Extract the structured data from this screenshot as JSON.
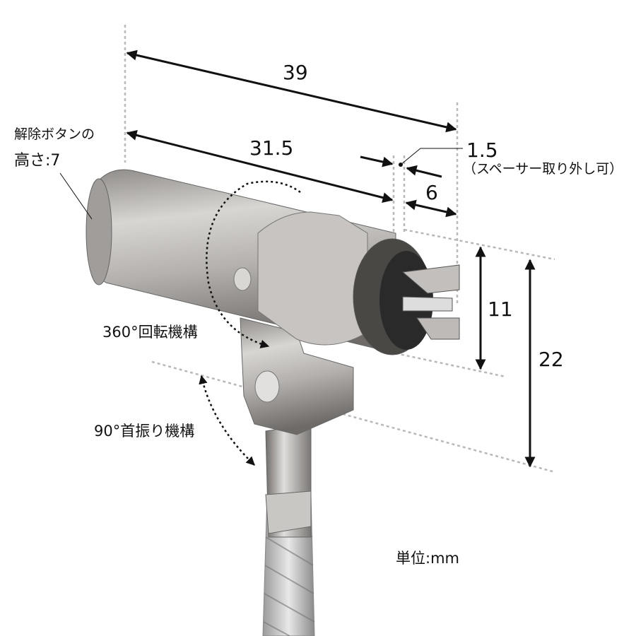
{
  "dimensions": {
    "overall_length": "39",
    "body_length": "31.5",
    "spacer_thickness": "1.5",
    "spacer_note": "（スペーサー取り外し可）",
    "tip_length": "6",
    "tip_height": "11",
    "total_height": "22",
    "release_button_label": "解除ボタンの",
    "release_button_height": "高さ:7"
  },
  "features": {
    "rotation": "360°回転機構",
    "swivel": "90°首振り機構"
  },
  "unit": "単位:mm",
  "colors": {
    "metal": "#b9b6b3",
    "dark_metal": "#6f6c69",
    "rubber": "#2a2a2a"
  }
}
